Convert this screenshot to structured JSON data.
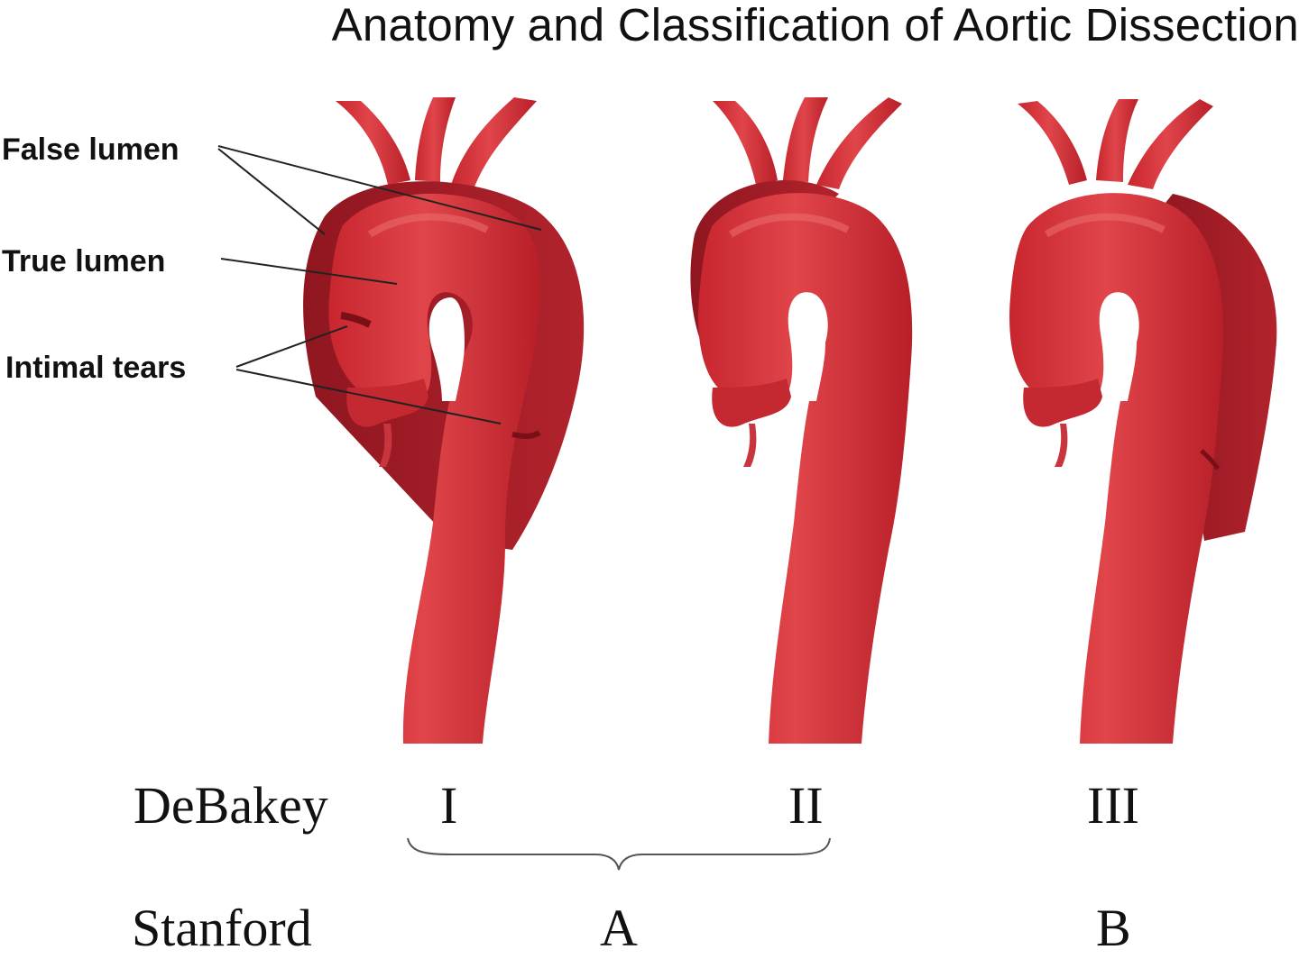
{
  "title": "Anatomy and Classification of Aortic Dissection",
  "callouts": {
    "false_lumen": "False lumen",
    "true_lumen": "True lumen",
    "intimal_tears": "Intimal tears"
  },
  "classification": {
    "debakey_label": "DeBakey",
    "debakey_types": [
      "I",
      "II",
      "III"
    ],
    "stanford_label": "Stanford",
    "stanford_types": [
      "A",
      "B"
    ]
  },
  "colors": {
    "aorta": "#d8343a",
    "aorta_dark": "#a81f27",
    "false_lumen": "#9e1c25",
    "highlight": "#e8565a",
    "line": "#222222",
    "brace": "#555555"
  }
}
